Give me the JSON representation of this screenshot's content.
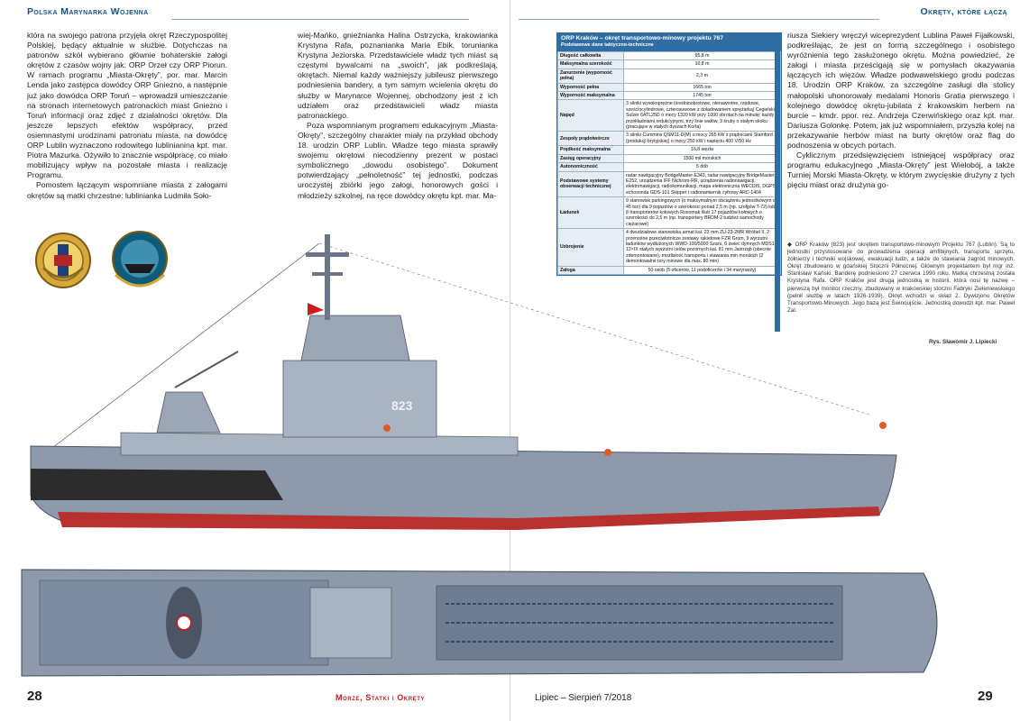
{
  "left_page": {
    "header": "Polska Marynarka Wojenna",
    "page_number": "28",
    "col1": [
      "która na swojego patrona przyjęła okręt Rzeczypospolitej Polskiej, będący aktualnie w służbie. Dotychczas na patronów szkół wybierano głównie bohaterskie załogi okrętów z czasów wojny jak: ORP Orzeł czy ORP Piorun. W ramach programu „Miasta-Okręty”, por. mar. Marcin Lenda jako zastępca dowódcy ORP Gniezno, a następnie już jako dowódca ORP Toruń – wprowadził umieszczanie na stronach internetowych patronackich miast Gniezno i Toruń informacji oraz zdjęć z działalności okrętów. Dla jeszcze lepszych efektów współpracy, przed osiemnastymi urodzinami patronatu miasta, na dowódcę ORP Lublin wyznaczono rodowitego lublinianina kpt. mar. Piotra Mazurka. Ożywiło to znacznie współpracę, co miało mobilizujący wpływ na pozostałe miasta i realizację Programu.",
      "Pomostem łączącym wspomniane miasta z załogami okrętów są matki chrzestne: lublinianka Ludmiła Soło-"
    ],
    "col2": [
      "wiej-Mańko, gnieźnianka Halina Ostrzycka, krakowianka Krystyna Rafa, poznanianka Maria Ebik, torunianka Krystyna Jeziorska. Przedstawiciele władz tych miast są częstymi bywalcami na „swoich”, jak podkreślają, okrętach. Niemal każdy ważniejszy jubileusz pierwszego podniesienia bandery, a tym samym wcielenia okrętu do służby w Marynarce Wojennej, obchodzony jest z ich udziałem oraz przedstawicieli władz miasta patronackiego.",
      "Poza wspomnianym programem edukacyjnym „Miasta-Okręty”, szczególny charakter miały na przykład obchody 18. urodzin ORP Lublin. Władze tego miasta sprawiły swojemu okrętowi niecodzienny prezent w postaci symbolicznego „dowodu osobistego”. Dokument potwierdzający „pełnoletność” tej jednostki, podczas uroczystej zbiórki jego załogi, honorowych gości i młodzieży szkolnej, na ręce dowódcy okrętu kpt. mar. Ma-"
    ],
    "footer_logo": "Morze, Statki i Okręty"
  },
  "right_page": {
    "header": "Okręty, które łączą",
    "page_number": "29",
    "footer": "Lipiec – Sierpień 7/2018",
    "col": [
      "riusza Siekiery wręczył wiceprezydent Lublina Paweł Fijałkowski, podkreślając, że jest on formą szczególnego i osobistego wyróżnienia tego zasłużonego okrętu. Można powiedzieć, że załogi i miasta prześcigają się w pomysłach okazywania łączących ich więzów. Władze podwawelskiego grodu podczas 18. Urodzin ORP Kraków, za szczególne zasługi dla stolicy małopolski uhonorowały medalami Honoris Gratia pierwszego i kolejnego dowódcę okrętu-jubilata z krakowskim herbem na burcie – kmdr. ppor. rez. Andrzeja Czerwińskiego oraz kpt. mar. Dariusza Golonkę. Potem, jak już wspomniałem, przyszła kolej na przekazywanie herbów miast na burty okrętów oraz flag do podnoszenia w obcych portach.",
      "Cyklicznym przedsięwzięciem istniejącej współpracy oraz programu edukacyjnego „Miasta-Okręty” jest Wielobój, a także Turniej Morski Miasta-Okręty, w którym zwycięskie drużyny z tych pięciu miast oraz drużyna go-"
    ],
    "caption": "◆ ORP Kraków (823) jest okrętem transportowo-minowym Projektu 767 (Lublin). Są to jednostki przystosowane do prowadzenia operacji amfibijnych, transportu sprzętu, żołnierzy i techniki wojskowej, ewakuacji ludzi, a także do stawiania zagród minowych. Okręt zbudowano w gdańskiej Stoczni Północnej. Głównym projektantem był mgr inż. Stanisław Kański. Banderę podniesiono 27 czerwca 1990 roku. Matką chrzestną została Krystyna Rafa. ORP Kraków jest drugą jednostką w historii, która nosi tę nazwę – pierwszą był monitor rzeczny, zbudowany w krakowskiej stoczni Fabryki Zieleniewskiego (pełnił służbę w latach 1926-1939). Okręt wchodzi w skład 2. Dywizjonu Okrętów Transportowo-Minowych. Jego bazą jest Świnoujście. Jednostką dowodzi kpt. mar. Paweł Zal.",
    "credit": "Rys. Sławomir J. Lipiecki"
  },
  "spec_table": {
    "title": "ORP Kraków – okręt transportowo-minowy projektu 767",
    "subtitle": "Podstawowe dane taktyczno-techniczne",
    "rows": [
      {
        "k": "Długość całkowita",
        "v": "95,8 m",
        "c": true
      },
      {
        "k": "Maksymalna szerokość",
        "v": "10,8 m",
        "c": true
      },
      {
        "k": "Zanurzenie (wyporność pełna)",
        "v": "2,3 m",
        "c": true
      },
      {
        "k": "Wyporność pełna",
        "v": "1665 ton",
        "c": true
      },
      {
        "k": "Wyporność maksymalna",
        "v": "1745 ton",
        "c": true
      },
      {
        "k": "Napęd",
        "v": "3 silniki wysokoprężne (średnioobrotowe, nienawrotne, rzędowe, sześciocylindrowe, czterosuwowe z doładowaniem sprężarką) Cegielski-Sulzer 6ATL25D o mocy 1320 kW przy 1000 obrotach na minutę; każdy z przekładniami redukcyjnymi, trzy linie wałów, 3 śruby o stałym skoku (pracujące w stałych dyszach Korta)",
        "c": false
      },
      {
        "k": "Zespoły prądotwórcze",
        "v": "3 silniki Cummins QSM11-D(M) o mocy 265 kW z prądnicami Stamford (produkcji brytyjskiej) o mocy 250 kW i napięciu 400 V/50 Hz",
        "c": false
      },
      {
        "k": "Prędkość maksymalna",
        "v": "16,8 węzła",
        "c": true
      },
      {
        "k": "Zasięg operacyjny",
        "v": "1500 mil morskich",
        "c": true
      },
      {
        "k": "Autonomiczność",
        "v": "5 dób",
        "c": true
      },
      {
        "k": "Podstawowe systemy obserwacji technicznej",
        "v": "radar nawigacyjny BridgeMaster E343, radar nawigacyjny BridgeMaster E252, urządzenia IFF Nichrom-RR, urządzenia radionawigacji, elektronawigacji, radiokomunikacji, mapa elektroniczna WECDIS, DGPS, echosonda GDS-101 Skipper i radionamiernik cyfrowy ARC-1404",
        "c": false
      },
      {
        "k": "Ładunek",
        "v": "9 stanowisk parkingowych (o maksymalnym obciążeniu jednostkowym do 45 ton) dla 9 pojazdów o szerokości ponad 2,5 m (np. czołgów T-72) lub 8 transporterów kołowych Rosomak i/lub 17 pojazdów kołowych o szerokości do 2,5 m (np. transportery BRDM-2 tudzież samochody ciężarowe)",
        "c": false
      },
      {
        "k": "Uzbrojenie",
        "v": "4 dwudziałowe stanowiska armat kal. 23 mm ZU-23-2MR Wróbel II, 2 przenośne przeciwlotnicze zestawy rakietowe FZR Grom, 9 wyrzutni ładunków wydłużonych WWD-100/5000 Szaru, 6 świec dymnych MDS1, 12×IX stałych wyrzutni celów pozornych kal. 81 mm Jastrząb (obecnie zdemontowane), możliwość transportu i stawiania min morskich (2 demontowalne tory minowe dla max. 80 min)",
        "c": false
      },
      {
        "k": "Załoga",
        "v": "50 osób (5 oficerów, 11 podoficerów i 34 marynarzy)",
        "c": true
      }
    ]
  },
  "ship": {
    "pennant": "823",
    "colors": {
      "hull": "#8d9aab",
      "superstructure": "#a9b4c3",
      "deck": "#7c8ba0",
      "bottom": "#b8312f",
      "boot": "#2c2c2c",
      "accent": "#2f6da3"
    }
  }
}
